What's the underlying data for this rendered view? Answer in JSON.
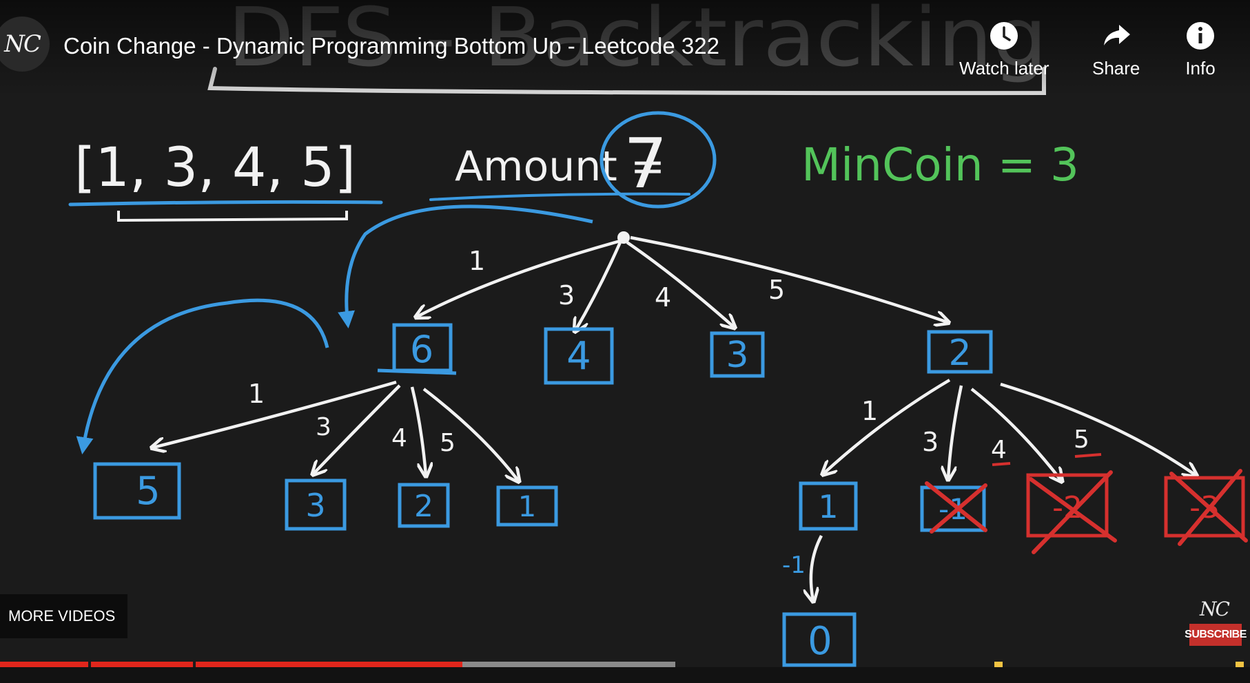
{
  "window": {
    "video_title": "Coin Change - Dynamic Programming Bottom Up - Leetcode 322",
    "channel_logo_text": "NC"
  },
  "top_actions": [
    {
      "label": "Watch later",
      "icon": "clock-icon"
    },
    {
      "label": "Share",
      "icon": "share-arrow-icon"
    },
    {
      "label": "Info",
      "icon": "info-icon"
    }
  ],
  "board": {
    "heading": "DFS - Backtracking",
    "coins": "[1, 3, 4, 5]",
    "amount_label": "Amount =",
    "amount_value": "7",
    "min_coin": "MinCoin = 3",
    "root_edges": [
      "1",
      "3",
      "4",
      "5"
    ],
    "level1_nodes": [
      "6",
      "4",
      "3",
      "2"
    ],
    "node6_edges": [
      "1",
      "3",
      "4",
      "5"
    ],
    "node6_children": [
      "5",
      "3",
      "2",
      "1"
    ],
    "node2_edges": [
      "1",
      "3",
      "4",
      "5"
    ],
    "node2_children": [
      "1",
      "-1",
      "-2",
      "-3"
    ],
    "node1_edge": "-1",
    "leaf": "0"
  },
  "overlay": {
    "more_videos": "MORE VIDEOS",
    "watermark": "NC",
    "subscribe": "SUBSCRIBE"
  },
  "player": {
    "played_fraction": 0.37,
    "buffered_fraction": 0.54
  },
  "colors": {
    "chalk_white": "#f2f2f2",
    "chalk_blue": "#3b9ae1",
    "chalk_green": "#53c45a",
    "chalk_red": "#d6302e",
    "progress_red": "#e1261c",
    "progress_gray": "#8a8a8a",
    "chapter_marker": "#f3c443"
  }
}
